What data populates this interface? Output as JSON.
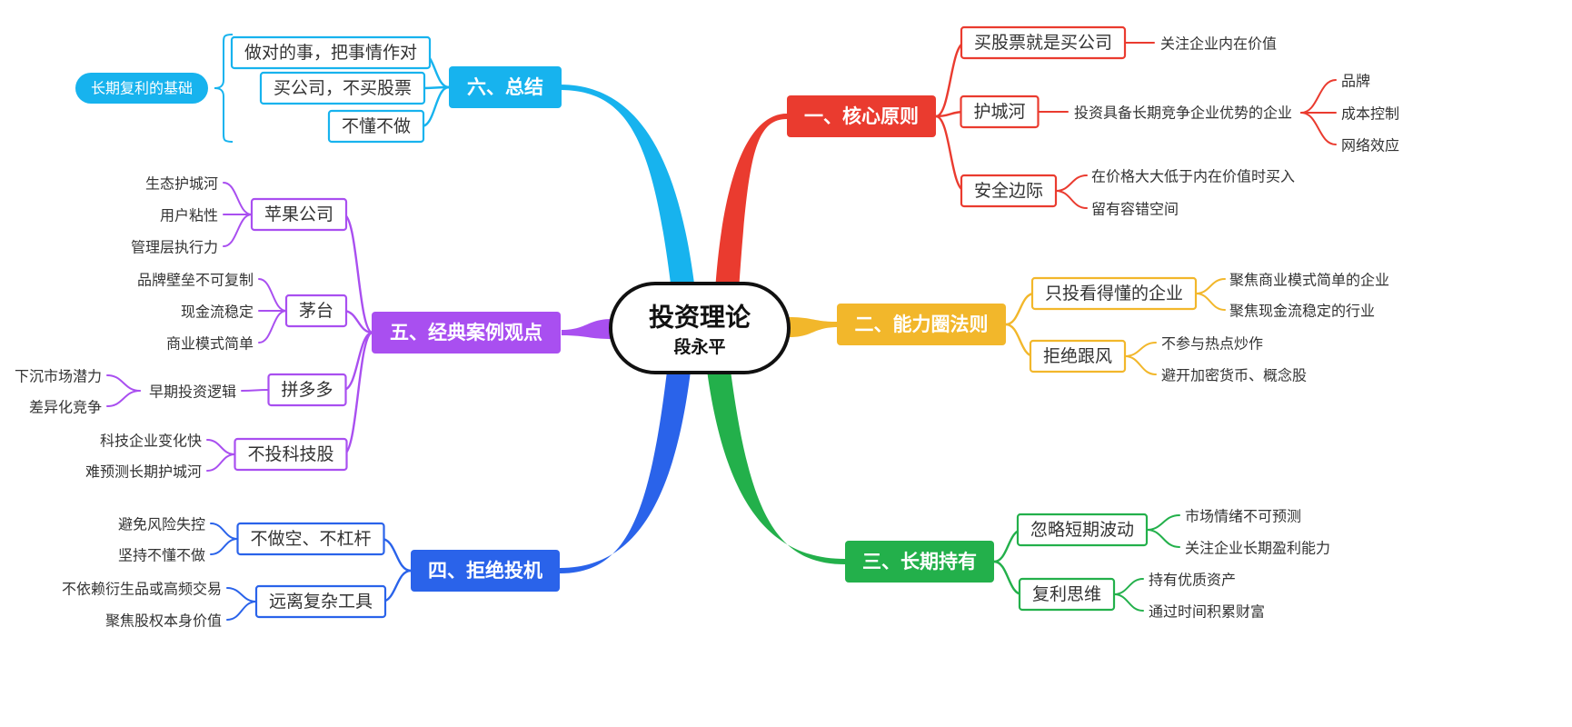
{
  "center": {
    "title": "投资理论",
    "subtitle": "段永平"
  },
  "branches": [
    {
      "label": "一、核心原则",
      "color": "#ea3b2f",
      "children": [
        {
          "label": "买股票就是买公司",
          "children": [
            {
              "label": "关注企业内在价值",
              "children": []
            }
          ]
        },
        {
          "label": "护城河",
          "children": [
            {
              "label": "投资具备长期竞争企业优势的企业",
              "children": [
                {
                  "label": "品牌",
                  "children": []
                },
                {
                  "label": "成本控制",
                  "children": []
                },
                {
                  "label": "网络效应",
                  "children": []
                }
              ]
            }
          ]
        },
        {
          "label": "安全边际",
          "children": [
            {
              "label": "在价格大大低于内在价值时买入",
              "children": []
            },
            {
              "label": "留有容错空间",
              "children": []
            }
          ]
        }
      ]
    },
    {
      "label": "二、能力圈法则",
      "color": "#f2b72b",
      "children": [
        {
          "label": "只投看得懂的企业",
          "children": [
            {
              "label": "聚焦商业模式简单的企业",
              "children": []
            },
            {
              "label": "聚焦现金流稳定的行业",
              "children": []
            }
          ]
        },
        {
          "label": "拒绝跟风",
          "children": [
            {
              "label": "不参与热点炒作",
              "children": []
            },
            {
              "label": "避开加密货币、概念股",
              "children": []
            }
          ]
        }
      ]
    },
    {
      "label": "三、长期持有",
      "color": "#23b04b",
      "children": [
        {
          "label": "忽略短期波动",
          "children": [
            {
              "label": "市场情绪不可预测",
              "children": []
            },
            {
              "label": "关注企业长期盈利能力",
              "children": []
            }
          ]
        },
        {
          "label": "复利思维",
          "children": [
            {
              "label": "持有优质资产",
              "children": []
            },
            {
              "label": "通过时间积累财富",
              "children": []
            }
          ]
        }
      ]
    },
    {
      "label": "四、拒绝投机",
      "color": "#2a63ea",
      "children": [
        {
          "label": "不做空、不杠杆",
          "children": [
            {
              "label": "避免风险失控",
              "children": []
            },
            {
              "label": "坚持不懂不做",
              "children": []
            }
          ]
        },
        {
          "label": "远离复杂工具",
          "children": [
            {
              "label": "不依赖衍生品或高频交易",
              "children": []
            },
            {
              "label": "聚焦股权本身价值",
              "children": []
            }
          ]
        }
      ]
    },
    {
      "label": "五、经典案例观点",
      "color": "#a94ff0",
      "children": [
        {
          "label": "苹果公司",
          "children": [
            {
              "label": "生态护城河",
              "children": []
            },
            {
              "label": "用户粘性",
              "children": []
            },
            {
              "label": "管理层执行力",
              "children": []
            }
          ]
        },
        {
          "label": "茅台",
          "children": [
            {
              "label": "品牌壁垒不可复制",
              "children": []
            },
            {
              "label": "现金流稳定",
              "children": []
            },
            {
              "label": "商业模式简单",
              "children": []
            }
          ]
        },
        {
          "label": "拼多多",
          "children": [
            {
              "label": "早期投资逻辑",
              "children": [
                {
                  "label": "下沉市场潜力",
                  "children": []
                },
                {
                  "label": "差异化竞争",
                  "children": []
                }
              ]
            }
          ]
        },
        {
          "label": "不投科技股",
          "children": [
            {
              "label": "科技企业变化快",
              "children": []
            },
            {
              "label": "难预测长期护城河",
              "children": []
            }
          ]
        }
      ]
    },
    {
      "label": "六、总结",
      "color": "#17b3ee",
      "children": [
        {
          "label": "做对的事，把事情作对",
          "children": []
        },
        {
          "label": "买公司，不买股票",
          "children": []
        },
        {
          "label": "不懂不做",
          "children": []
        }
      ],
      "summary": "长期复利的基础"
    }
  ]
}
